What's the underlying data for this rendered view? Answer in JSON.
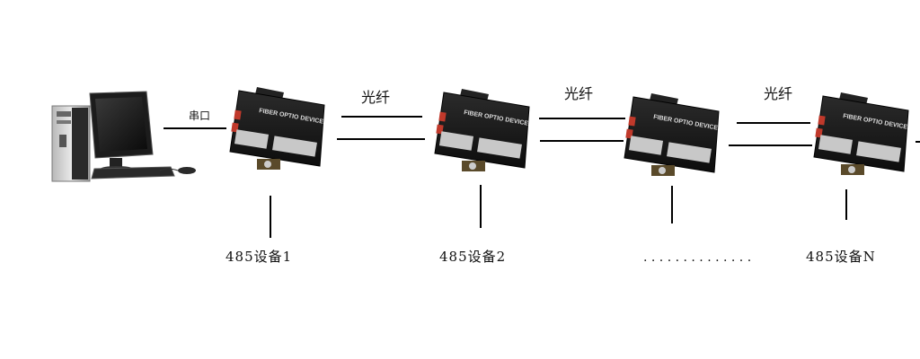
{
  "diagram": {
    "serial_label": "串口",
    "fiber_labels": [
      "光纤",
      "光纤",
      "光纤"
    ],
    "device_text": "FIBER OPTIO DEVICE",
    "device_labels": [
      "485设备1",
      "485设备2",
      "485设备N"
    ],
    "ellipsis": ". . . . . . . . . . . . . ."
  },
  "colors": {
    "line": "#000000",
    "device_body": "#1a1a1a",
    "port": "#c0392b"
  }
}
